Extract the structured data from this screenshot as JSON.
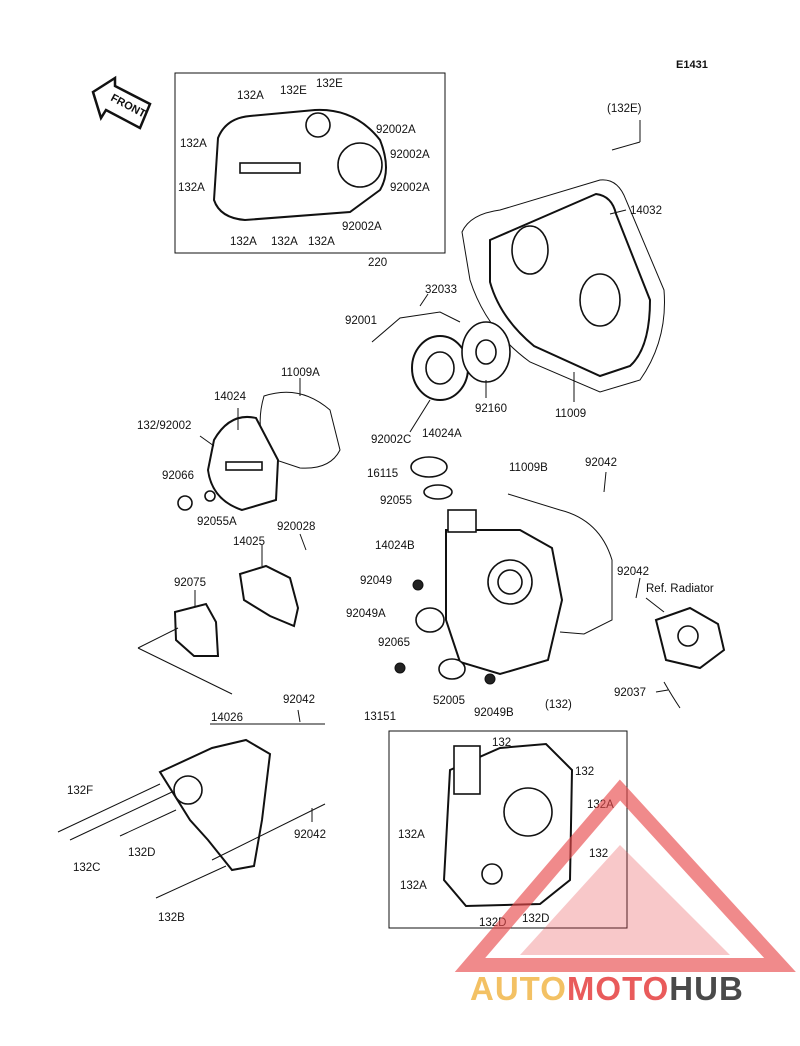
{
  "diagram": {
    "code": "E1431",
    "front_label": "FRONT",
    "ref_label": "Ref. Radiator"
  },
  "callouts": [
    {
      "id": "c1",
      "text": "132A"
    },
    {
      "id": "c2",
      "text": "132E"
    },
    {
      "id": "c3",
      "text": "132E"
    },
    {
      "id": "c4",
      "text": "132A"
    },
    {
      "id": "c5",
      "text": "92002A"
    },
    {
      "id": "c6",
      "text": "92002A"
    },
    {
      "id": "c7",
      "text": "132A"
    },
    {
      "id": "c8",
      "text": "92002A"
    },
    {
      "id": "c9",
      "text": "132A"
    },
    {
      "id": "c10",
      "text": "132A"
    },
    {
      "id": "c11",
      "text": "132A"
    },
    {
      "id": "c12",
      "text": "92002A"
    },
    {
      "id": "c13",
      "text": "(132E)"
    },
    {
      "id": "c14",
      "text": "14032"
    },
    {
      "id": "c15",
      "text": "220"
    },
    {
      "id": "c16",
      "text": "32033"
    },
    {
      "id": "c17",
      "text": "92001"
    },
    {
      "id": "c18",
      "text": "92160"
    },
    {
      "id": "c19",
      "text": "11009"
    },
    {
      "id": "c20",
      "text": "92002C"
    },
    {
      "id": "c21",
      "text": "14024A"
    },
    {
      "id": "c22",
      "text": "11009A"
    },
    {
      "id": "c23",
      "text": "14024"
    },
    {
      "id": "c24",
      "text": "132/92002"
    },
    {
      "id": "c25",
      "text": "92066"
    },
    {
      "id": "c26",
      "text": "92055A"
    },
    {
      "id": "c27",
      "text": "16115"
    },
    {
      "id": "c28",
      "text": "92055"
    },
    {
      "id": "c29",
      "text": "11009B"
    },
    {
      "id": "c30",
      "text": "92042"
    },
    {
      "id": "c31",
      "text": "920028"
    },
    {
      "id": "c32",
      "text": "14025"
    },
    {
      "id": "c33",
      "text": "14024B"
    },
    {
      "id": "c34",
      "text": "92049"
    },
    {
      "id": "c35",
      "text": "92042"
    },
    {
      "id": "c36",
      "text": "92075"
    },
    {
      "id": "c37",
      "text": "92049A"
    },
    {
      "id": "c38",
      "text": "92065"
    },
    {
      "id": "c39",
      "text": "92037"
    },
    {
      "id": "c40",
      "text": "13151"
    },
    {
      "id": "c41",
      "text": "52005"
    },
    {
      "id": "c42",
      "text": "92049B"
    },
    {
      "id": "c43",
      "text": "(132)"
    },
    {
      "id": "c44",
      "text": "92042"
    },
    {
      "id": "c45",
      "text": "14026"
    },
    {
      "id": "c46",
      "text": "132F"
    },
    {
      "id": "c47",
      "text": "132C"
    },
    {
      "id": "c48",
      "text": "132D"
    },
    {
      "id": "c49",
      "text": "92042"
    },
    {
      "id": "c50",
      "text": "132B"
    },
    {
      "id": "c51",
      "text": "132"
    },
    {
      "id": "c52",
      "text": "132"
    },
    {
      "id": "c53",
      "text": "132A"
    },
    {
      "id": "c54",
      "text": "132A"
    },
    {
      "id": "c55",
      "text": "132"
    },
    {
      "id": "c56",
      "text": "132A"
    },
    {
      "id": "c57",
      "text": "132D"
    },
    {
      "id": "c58",
      "text": "132D"
    }
  ],
  "watermark": {
    "part1": "AUTO",
    "part2": "MOTO",
    "part3": "HUB",
    "colors": {
      "auto": "#f2b74a",
      "moto": "#e63f3f",
      "hub": "#2b2b2b",
      "triangle": "#e8484a"
    }
  }
}
